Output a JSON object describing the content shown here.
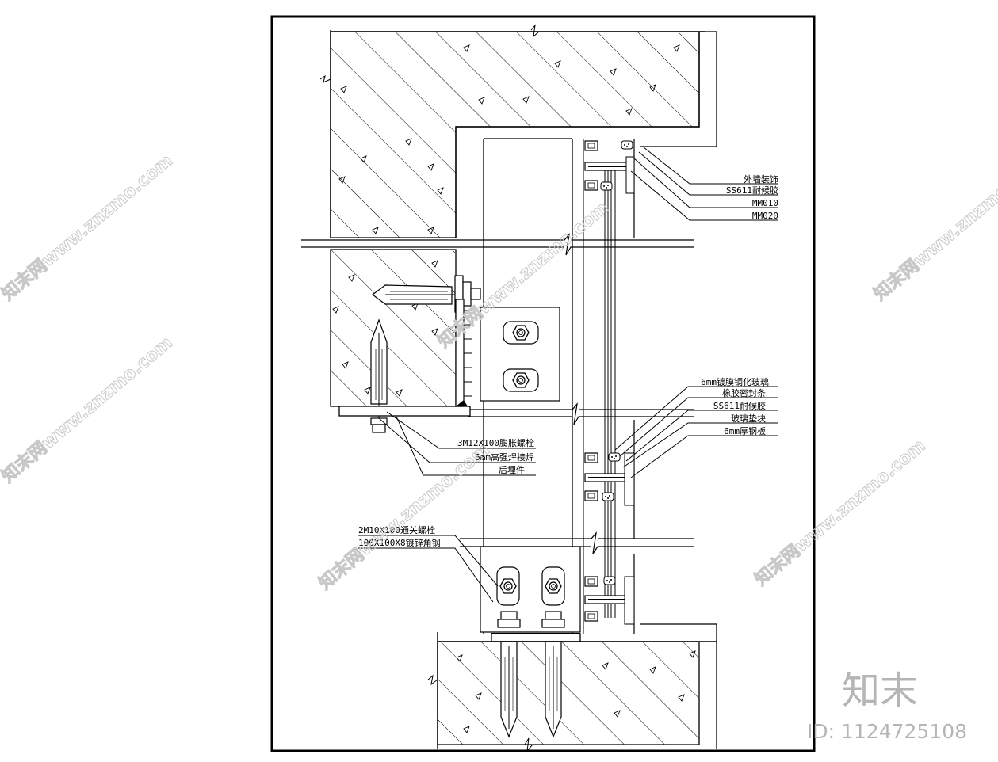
{
  "callouts_top": [
    "外墙装饰",
    "SS611耐候胶",
    "MM010",
    "MM020"
  ],
  "callouts_mid": [
    "6mm镀膜钢化玻璃",
    "橡胶密封条",
    "SS611耐候胶",
    "玻璃垫块",
    "6mm厚钢板"
  ],
  "callouts_anchor": [
    "3M12X100膨胀螺栓",
    "6mm高强焊接焊",
    "后埋件"
  ],
  "callouts_bottom": [
    "2M10X100通关螺栓",
    "100X100X8镀锌角钢"
  ],
  "watermark": {
    "site": "知末网www.znzmo.com",
    "brand": "知末",
    "id_text": "ID: 1124725108"
  }
}
